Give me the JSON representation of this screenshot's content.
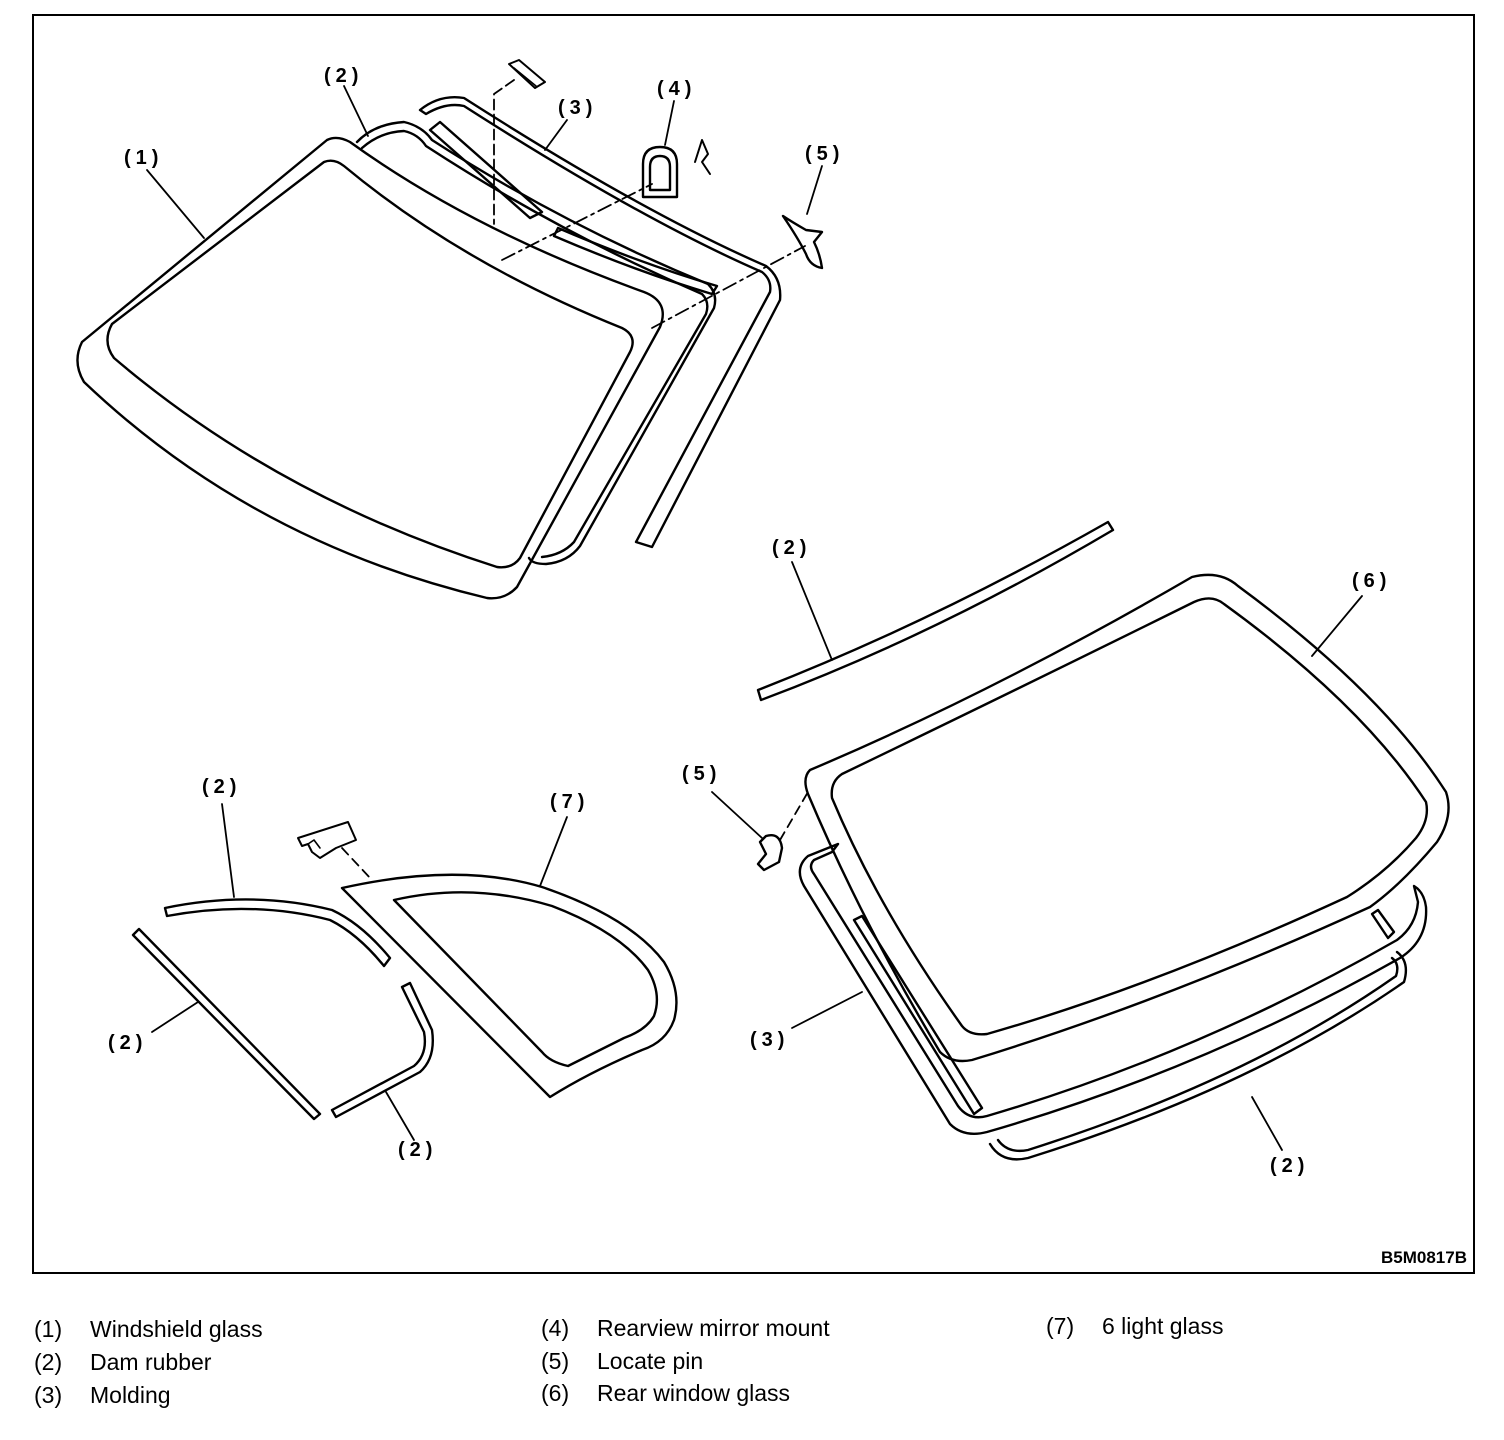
{
  "figure": {
    "code": "B5M0817B",
    "callouts": {
      "c1": "(1)",
      "c2a": "(2)",
      "c3a": "(3)",
      "c4": "(4)",
      "c5a": "(5)",
      "c2b": "(2)",
      "c6": "(6)",
      "c5b": "(5)",
      "c2c": "(2)",
      "c7": "(7)",
      "c2d": "(2)",
      "c2e": "(2)",
      "c3b": "(3)",
      "c2f": "(2)"
    }
  },
  "legend": [
    {
      "num": "(1)",
      "label": "Windshield glass"
    },
    {
      "num": "(2)",
      "label": "Dam rubber"
    },
    {
      "num": "(3)",
      "label": "Molding"
    },
    {
      "num": "(4)",
      "label": "Rearview mirror mount"
    },
    {
      "num": "(5)",
      "label": "Locate pin"
    },
    {
      "num": "(6)",
      "label": "Rear window glass"
    },
    {
      "num": "(7)",
      "label": "6 light glass"
    }
  ]
}
